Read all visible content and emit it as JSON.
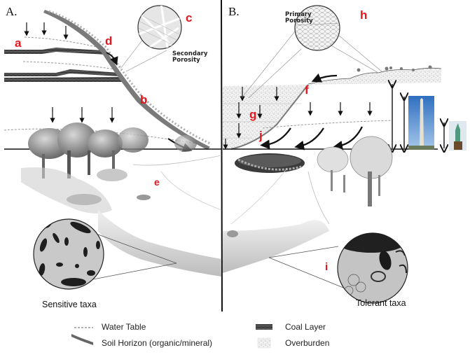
{
  "panels": {
    "a": {
      "label": "A.",
      "caption": "Sensitive taxa"
    },
    "b": {
      "label": "B.",
      "caption": "Tolerant taxa"
    }
  },
  "callouts": {
    "a": "a",
    "b": "b",
    "c": "c",
    "d": "d",
    "e": "e",
    "f": "f",
    "g": "g",
    "h": "h",
    "i": "i",
    "j": "j"
  },
  "inset_labels": {
    "secondary": "Secondary\nPorosity",
    "secondary_line1": "Secondary",
    "secondary_line2": "Porosity",
    "primary_line1": "Primary",
    "primary_line2": "Porosity"
  },
  "scale_references": {
    "monument": "washington-monument-photo",
    "statue": "statue-of-liberty-photo"
  },
  "legend": {
    "items": [
      {
        "key": "water-table",
        "label": "Water Table"
      },
      {
        "key": "soil-horizon",
        "label": "Soil Horizon (organic/mineral)"
      },
      {
        "key": "coal-layer",
        "label": "Coal Layer"
      },
      {
        "key": "overburden",
        "label": "Overburden"
      }
    ]
  },
  "colors": {
    "callout_red": "#e8141c",
    "coal": "#3a3a3a",
    "soil": "#6e6e6e",
    "sky_blue": "#4a86c8",
    "statue_green": "#4f9a7e"
  }
}
